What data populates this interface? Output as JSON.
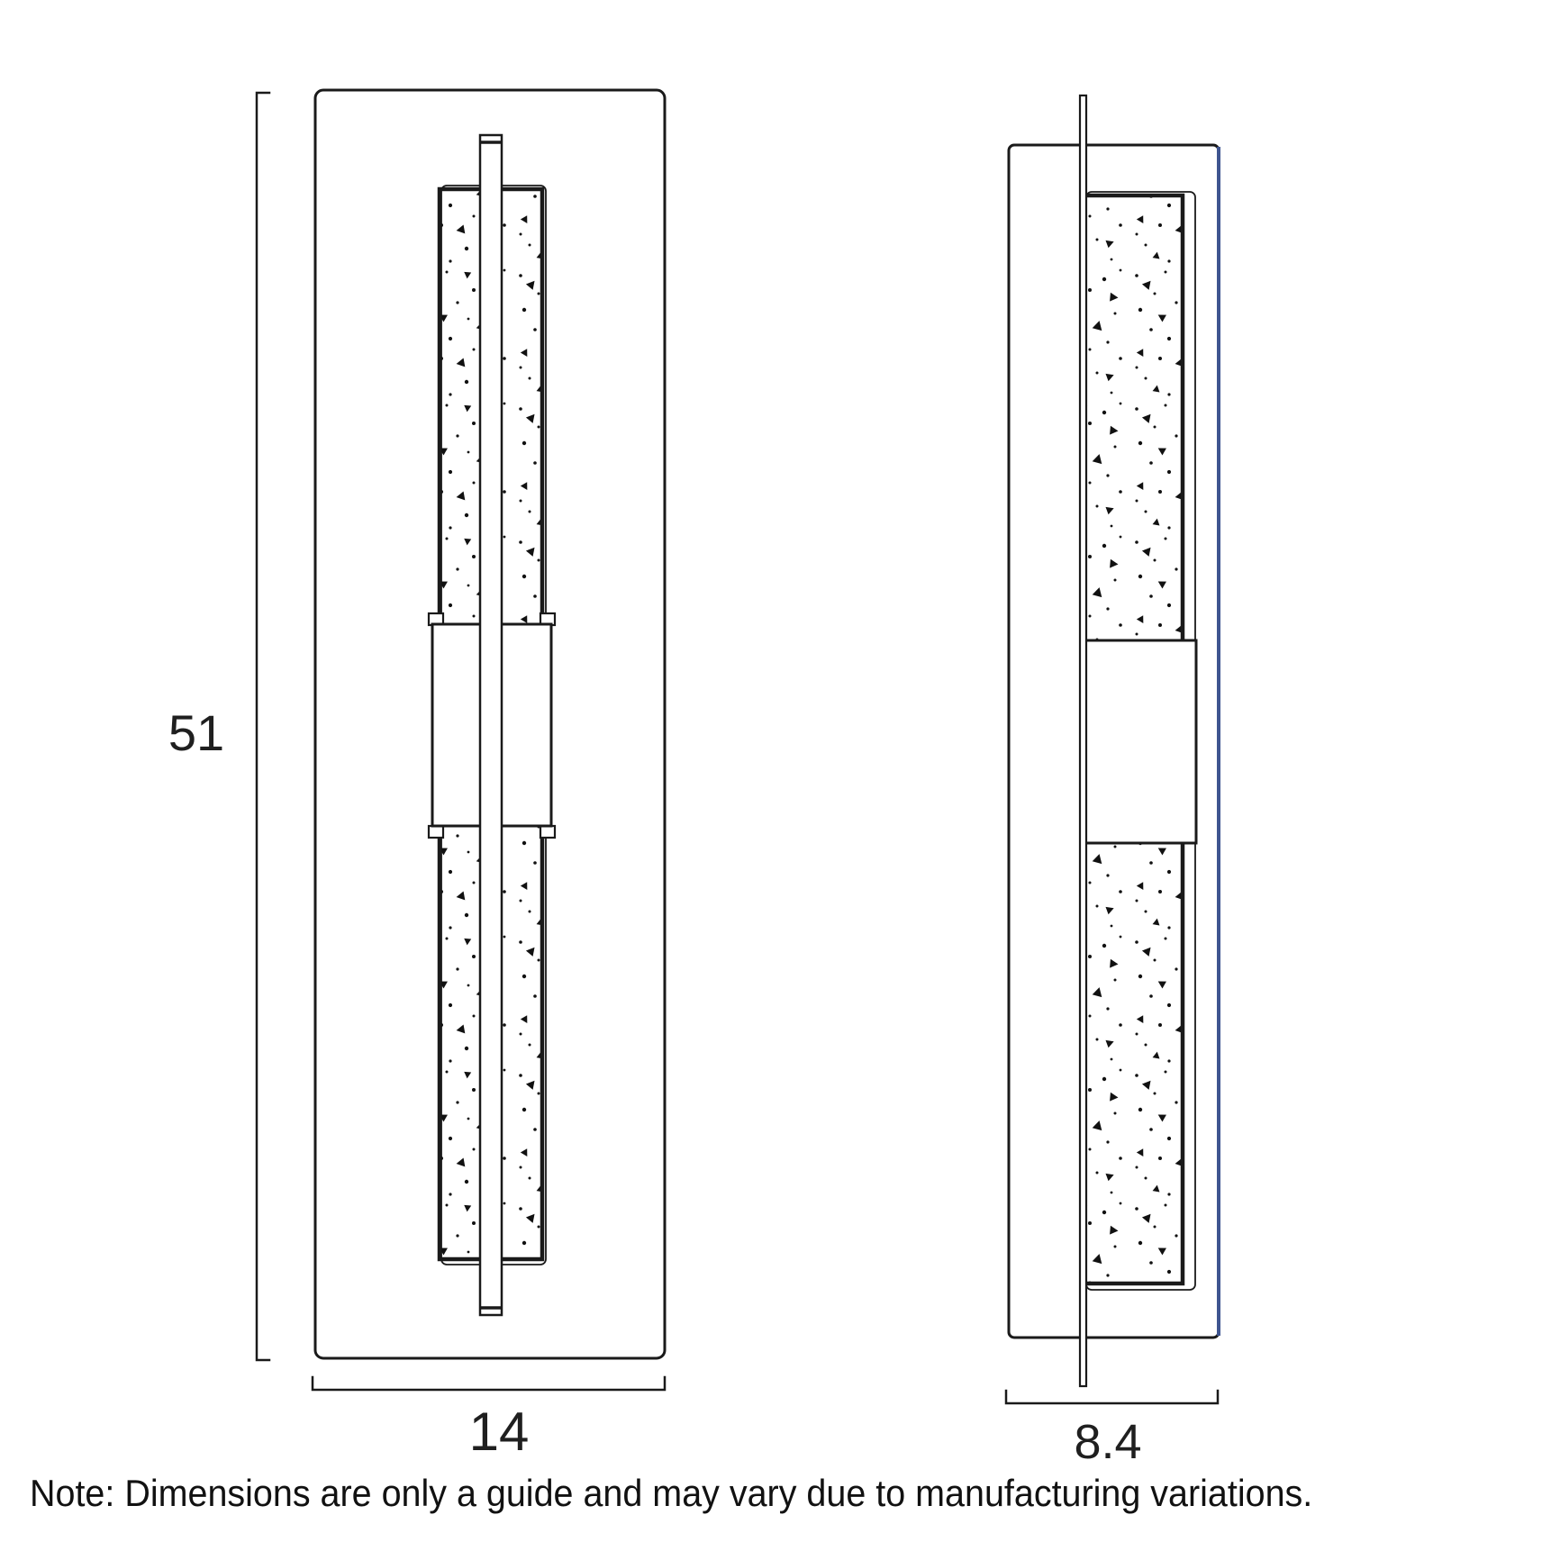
{
  "front_view": {
    "height_label": "51",
    "width_label": "14"
  },
  "side_view": {
    "depth_label": "8.4"
  },
  "note_text": "Note: Dimensions are only a guide and may vary due to manufacturing variations.",
  "colors": {
    "line": "#1a1a1a",
    "accent_edge": "#3f5590",
    "texture": "#111111",
    "background": "#ffffff"
  }
}
